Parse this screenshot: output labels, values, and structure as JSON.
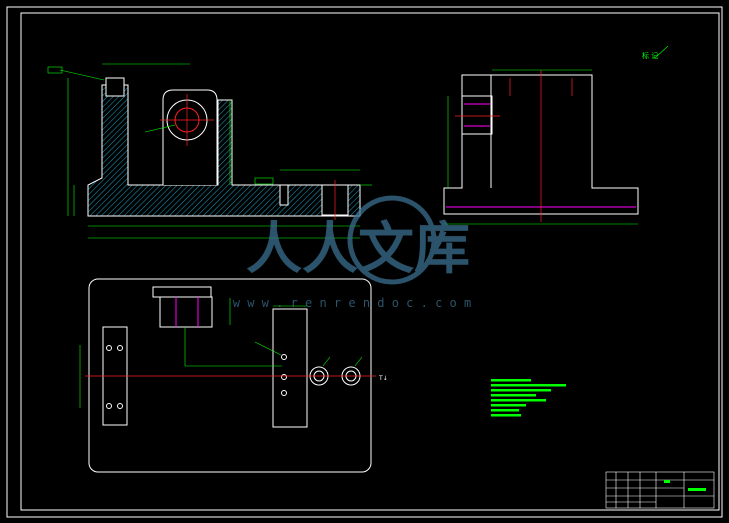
{
  "watermark": {
    "text": "人人文库",
    "url": "w w w . r e n r e n d o c . c o m"
  },
  "labels": {
    "top_right_note": "标 记",
    "section_mark": "T↓"
  },
  "colors": {
    "background": "#000000",
    "outline": "#ffffff",
    "dimension": "#00ff00",
    "centerline": "#ff2020",
    "hidden": "#ff00ff",
    "watermark": "#3a6f8f"
  }
}
